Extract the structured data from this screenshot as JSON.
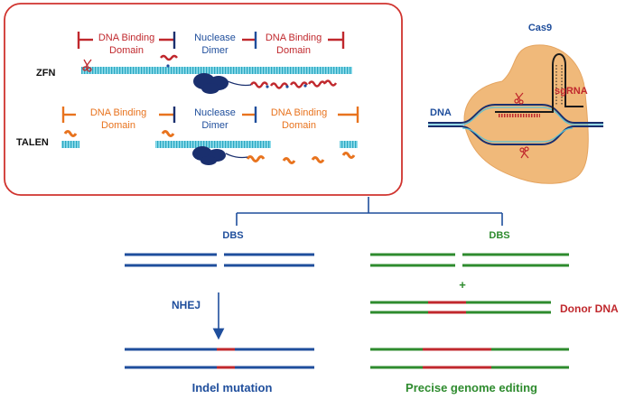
{
  "nuclease_panel": {
    "zfn": {
      "row_label": "ZFN",
      "left_domain": [
        "DNA Binding",
        "Domain"
      ],
      "center": [
        "Nuclease",
        "Dimer"
      ],
      "right_domain": [
        "DNA Binding",
        "Domain"
      ]
    },
    "talen": {
      "row_label": "TALEN",
      "left_domain": [
        "DNA Binding",
        "Domain"
      ],
      "center": [
        "Nuclease",
        "Dimer"
      ],
      "right_domain": [
        "DNA Binding",
        "Domain"
      ]
    }
  },
  "cas9": {
    "title": "Cas9",
    "dna_label": "DNA",
    "guide_label": "sgRNA"
  },
  "repair": {
    "left": {
      "break_label": "DBS",
      "pathway_label": "NHEJ",
      "outcome_label": "Indel mutation"
    },
    "right": {
      "break_label": "DBS",
      "plus_sign": "+",
      "donor_label": "Donor DNA",
      "outcome_label": "Precise genome editing"
    }
  },
  "colors": {
    "red": "#c0282d",
    "blue": "#1f4e9c",
    "orange": "#e8731e",
    "green": "#2e8b2e",
    "dna_teal": "#56c2d6",
    "cas9_body": "#f0b97a",
    "dark_blue": "#1a2f6e"
  }
}
